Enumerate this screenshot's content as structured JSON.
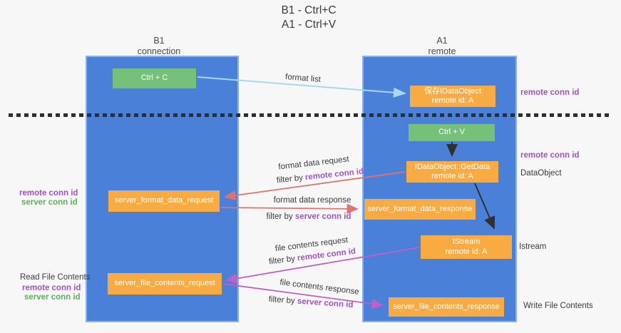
{
  "title": {
    "line1": "B1 - Ctrl+C",
    "line2": "A1 - Ctrl+V"
  },
  "lanes": {
    "b1": {
      "name": "B1",
      "subtitle": "connection"
    },
    "a1": {
      "name": "A1",
      "subtitle": "remote"
    }
  },
  "nodes": {
    "ctrl_c": {
      "label": "Ctrl + C"
    },
    "ctrl_v": {
      "label": "Ctrl + V"
    },
    "save_idataobject": {
      "line1": "保存IDataObject",
      "line2": "remote id: A"
    },
    "getdata": {
      "line1": "IDataObject::GetData",
      "line2": "remote id: A"
    },
    "istream": {
      "line1": "IStream",
      "line2": "remote id: A"
    },
    "server_format_data_request": {
      "label": "server_format_data_request"
    },
    "server_format_data_response": {
      "label": "server_format_data_response"
    },
    "server_file_contents_request": {
      "label": "server_file_contents_request"
    },
    "server_file_contents_response": {
      "label": "server_file_contents_response"
    }
  },
  "side_labels": {
    "right_remote_conn_id_top": "remote conn id",
    "right_remote_conn_id_mid": "remote conn id",
    "data_object": "DataObject",
    "istream": "Istream",
    "write_file_contents": "Write File Contents",
    "left_remote_conn_id_top": "remote conn id",
    "left_server_conn_id_top": "server conn id",
    "read_file_contents": "Read File Contents",
    "left_remote_conn_id_bottom": "remote conn id",
    "left_server_conn_id_bottom": "server conn id"
  },
  "arrow_labels": {
    "format_list": "format list",
    "format_data_request": "format data request",
    "format_data_response": "format data response",
    "file_contents_request": "file contents request",
    "file_contents_response": "file contents response",
    "filter_by": "filter by ",
    "remote_conn_id": "remote conn id",
    "server_conn_id": "server conn id"
  },
  "colors": {
    "background": "#f7f7f7",
    "lane_blue": "#4a80d8",
    "node_orange": "#f8ab42",
    "node_green": "#76c17a",
    "arrow_lightblue": "#a9d7f2",
    "arrow_black": "#303030",
    "arrow_salmon": "#e0736d",
    "arrow_magenta": "#c45ec6",
    "label_purple": "#a152c1",
    "label_green": "#56b456"
  }
}
